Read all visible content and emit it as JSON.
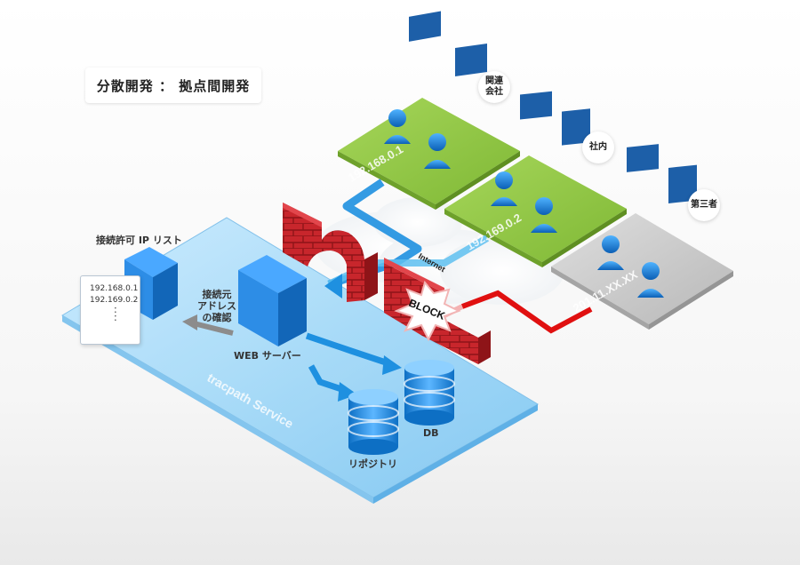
{
  "title": "分散開発 ： 拠点間開発",
  "ip_list": {
    "heading": "接続許可 IP リスト",
    "entries": [
      "192.168.0.1",
      "192.169.0.2"
    ],
    "ellipsis": "．．．．"
  },
  "labels": {
    "check_line1": "接続元",
    "check_line2": "アドレス",
    "check_line3": "の確認",
    "web_server": "WEB サーバー",
    "repository": "リポジトリ",
    "db": "DB",
    "internet": "Internet",
    "block": "BLOCK",
    "service": "tracpath Service"
  },
  "sites": [
    {
      "label_line1": "関連",
      "label_line2": "会社",
      "ip": "192.168.0.1",
      "color": "#8cc63f"
    },
    {
      "label_line1": "社内",
      "label_line2": "",
      "ip": "192.169.0.2",
      "color": "#8cc63f"
    },
    {
      "label_line1": "第三者",
      "label_line2": "",
      "ip": "201.11.XX.XX",
      "color": "#c8c8c8"
    }
  ],
  "colors": {
    "service_platform": "#8fd0f5",
    "firewall_brick": "#c8262c",
    "allowed_line": "#1e90e0",
    "blocked_line": "#e01010",
    "server_blue": "#1a7fd6"
  }
}
